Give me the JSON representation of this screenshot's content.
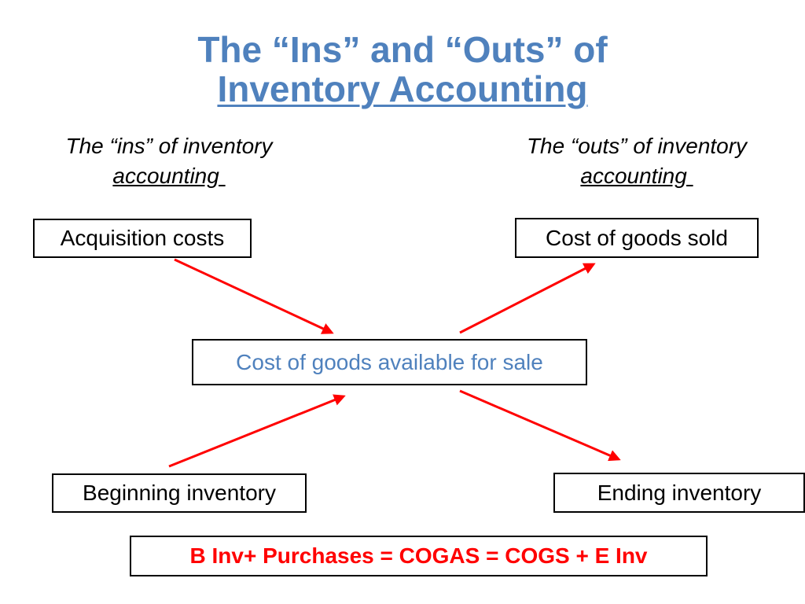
{
  "title": {
    "line1": "The “Ins” and “Outs” of",
    "line2": "Inventory Accounting"
  },
  "ins_heading": {
    "line1": "The “ins” of inventory",
    "line2": "accounting "
  },
  "outs_heading": {
    "line1": "The “outs” of  inventory",
    "line2": "accounting "
  },
  "boxes": {
    "acquisition": "Acquisition costs",
    "cogs": "Cost of goods sold",
    "cogas": "Cost of goods available for sale",
    "beginning": "Beginning inventory",
    "ending": "Ending inventory"
  },
  "formula": "B Inv+ Purchases = COGAS = COGS + E Inv",
  "colors": {
    "title": "#4f81bd",
    "arrow": "#ff0000",
    "formula": "#ff0000",
    "cogas_text": "#4f81bd"
  }
}
